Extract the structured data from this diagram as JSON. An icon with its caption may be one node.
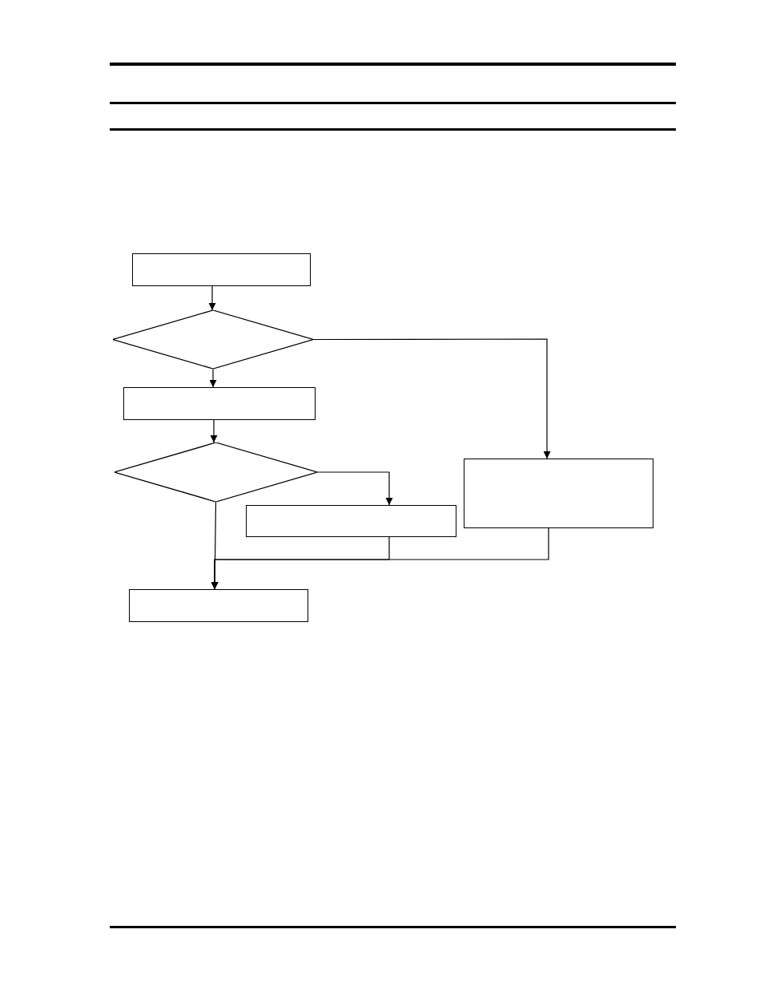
{
  "diagram": {
    "nodes": [
      {
        "text": [],
        "shape": "box"
      },
      {
        "text": [],
        "shape": "diamond"
      },
      {
        "text": [],
        "shape": "box"
      },
      {
        "text": [],
        "shape": "diamond"
      },
      {
        "text": [],
        "shape": "box"
      },
      {
        "text": [],
        "shape": "box"
      },
      {
        "text": [],
        "shape": "box"
      }
    ],
    "edges": [
      {
        "from": 0,
        "to": 1,
        "arrow": "to"
      },
      {
        "from": 1,
        "to": 2,
        "arrow": "to"
      },
      {
        "from": 1,
        "to": 5,
        "arrow": "to"
      },
      {
        "from": 2,
        "to": 3,
        "arrow": "to"
      },
      {
        "from": 3,
        "to": 4,
        "arrow": "to"
      },
      {
        "from": 3,
        "to": 6,
        "arrow": "to"
      },
      {
        "from": 4,
        "to": 6,
        "arrow": "to"
      },
      {
        "from": 5,
        "to": 6,
        "arrow": "to"
      }
    ]
  }
}
